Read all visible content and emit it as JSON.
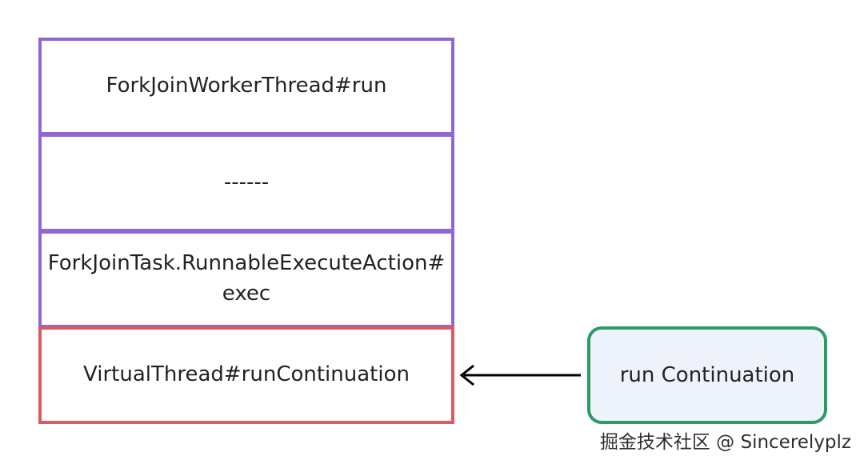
{
  "stack": {
    "frames": [
      {
        "label": "ForkJoinWorkerThread#run",
        "border_color": "#8f66d3"
      },
      {
        "label": "------",
        "border_color": "#8f66d3"
      },
      {
        "label": "ForkJoinTask.RunnableExecuteAction#exec",
        "border_color": "#8f66d3"
      },
      {
        "label": "VirtualThread#runContinuation",
        "border_color": "#d85c63"
      }
    ]
  },
  "action": {
    "label": "run Continuation",
    "border_color": "#2f9a62",
    "fill_color": "#eef3fb"
  },
  "connector": {
    "from": "run Continuation",
    "to": "VirtualThread#runContinuation",
    "arrow_color": "#000000"
  },
  "watermark": {
    "text": "掘金技术社区 @ Sincerelyplz"
  }
}
